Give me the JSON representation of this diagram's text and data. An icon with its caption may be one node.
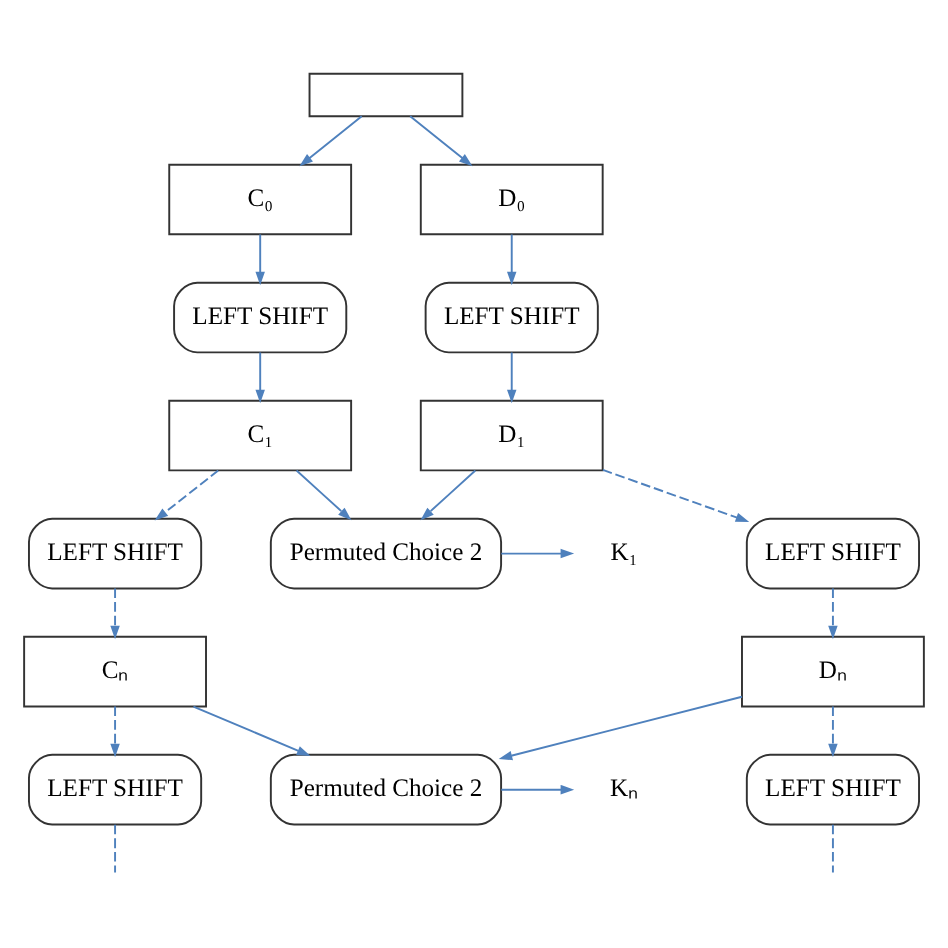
{
  "diagram": {
    "nodes": [
      {
        "text": [],
        "shape": "box"
      },
      {
        "text": [
          "C₀"
        ]
      },
      {
        "text": [
          "D₀"
        ]
      },
      {
        "text": [
          "LEFT SHIFT"
        ]
      },
      {
        "text": [
          "LEFT SHIFT"
        ]
      },
      {
        "text": [
          "C₁"
        ]
      },
      {
        "text": [
          "D₁"
        ]
      },
      {
        "text": [
          "Permuted Choice 2"
        ]
      },
      {
        "text": [
          "K₁"
        ]
      },
      {
        "text": [
          "LEFT SHIFT"
        ]
      },
      {
        "text": [
          "LEFT SHIFT"
        ]
      },
      {
        "text": [
          "Cₙ"
        ]
      },
      {
        "text": [
          "Dₙ"
        ]
      },
      {
        "text": [
          "Permuted Choice 2"
        ]
      },
      {
        "text": [
          "Kₙ"
        ]
      },
      {
        "text": [
          "LEFT SHIFT"
        ]
      },
      {
        "text": [
          "LEFT SHIFT"
        ]
      }
    ],
    "edges": [
      {
        "from": 0,
        "to": 1,
        "arrow": "to"
      },
      {
        "from": 0,
        "to": 2,
        "arrow": "to"
      },
      {
        "from": 1,
        "to": 3,
        "arrow": "to"
      },
      {
        "from": 2,
        "to": 4,
        "arrow": "to"
      },
      {
        "from": 3,
        "to": 5,
        "arrow": "to"
      },
      {
        "from": 4,
        "to": 6,
        "arrow": "to"
      },
      {
        "from": 5,
        "to": 7,
        "arrow": "to"
      },
      {
        "from": 6,
        "to": 7,
        "arrow": "to"
      },
      {
        "from": 7,
        "to": 8,
        "arrow": "to"
      },
      {
        "from": 5,
        "to": 9,
        "arrow": "to",
        "style": "dashed"
      },
      {
        "from": 6,
        "to": 10,
        "arrow": "to",
        "style": "dashed"
      },
      {
        "from": 9,
        "to": 11,
        "arrow": "to",
        "style": "dashed"
      },
      {
        "from": 10,
        "to": 12,
        "arrow": "to",
        "style": "dashed"
      },
      {
        "from": 11,
        "to": 13,
        "arrow": "to"
      },
      {
        "from": 12,
        "to": 13,
        "arrow": "to"
      },
      {
        "from": 13,
        "to": 14,
        "arrow": "to"
      },
      {
        "from": 11,
        "to": 15,
        "arrow": "to",
        "style": "dashed"
      },
      {
        "from": 12,
        "to": 16,
        "arrow": "to",
        "style": "dashed"
      },
      {
        "from": 15,
        "to": null,
        "arrow": "none",
        "style": "dashed"
      },
      {
        "from": 16,
        "to": null,
        "arrow": "none",
        "style": "dashed"
      }
    ]
  }
}
